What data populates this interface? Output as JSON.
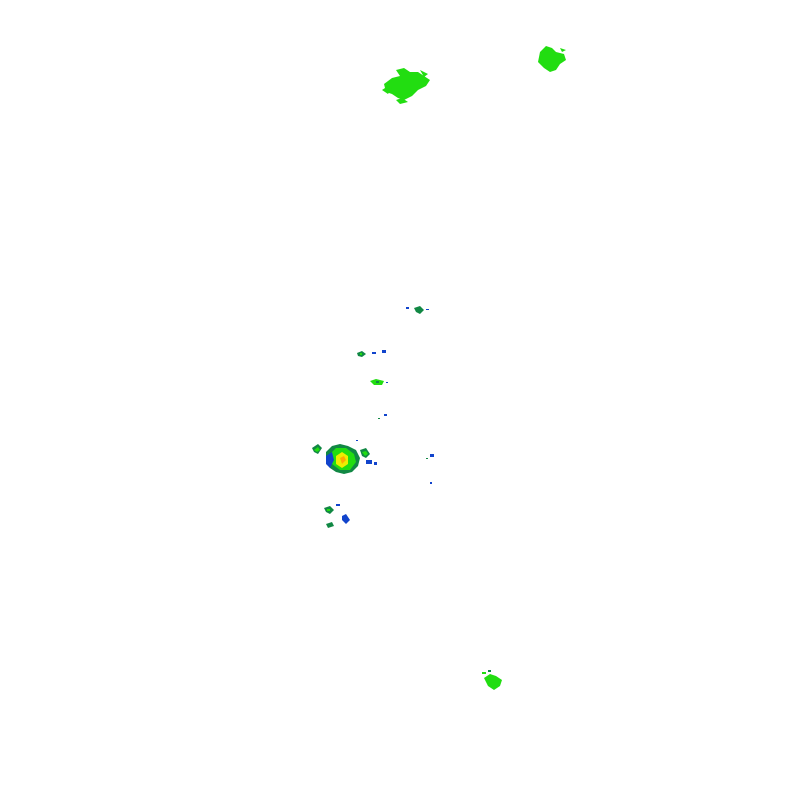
{
  "map": {
    "kind": "weather-radar-reflectivity",
    "background": "#ffffff",
    "palette": {
      "light": "#22dd11",
      "moderate": "#118844",
      "heavy-blue": "#1144cc",
      "intense": "#eeee00",
      "core": "#ffaa00"
    },
    "echo_cells": [
      {
        "name": "echo-cell-north-1",
        "intensity": "light"
      },
      {
        "name": "echo-cell-north-2",
        "intensity": "light"
      },
      {
        "name": "echo-cell-mid-1",
        "intensity": "moderate"
      },
      {
        "name": "echo-cell-mid-2",
        "intensity": "moderate"
      },
      {
        "name": "echo-cell-mid-3",
        "intensity": "light"
      },
      {
        "name": "echo-cell-storm",
        "intensity": "intense"
      },
      {
        "name": "echo-cell-south-1",
        "intensity": "moderate"
      },
      {
        "name": "echo-cell-south-2",
        "intensity": "light"
      }
    ]
  }
}
